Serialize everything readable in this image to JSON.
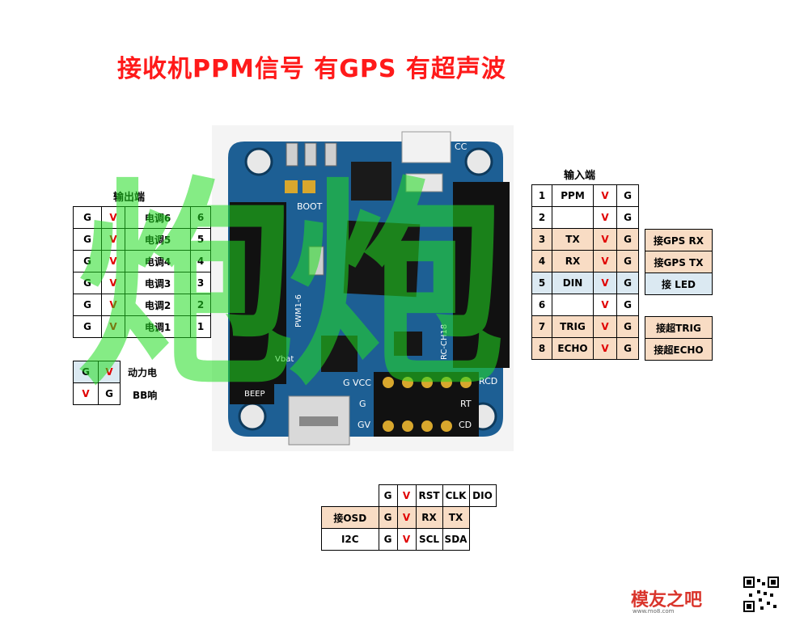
{
  "title": "接收机PPM信号 有GPS 有超声波",
  "output_section": {
    "label": "输出端",
    "rows": [
      {
        "g": "G",
        "v": "V",
        "name": "电调6",
        "num": "6"
      },
      {
        "g": "G",
        "v": "V",
        "name": "电调5",
        "num": "5"
      },
      {
        "g": "G",
        "v": "V",
        "name": "电调4",
        "num": "4"
      },
      {
        "g": "G",
        "v": "V",
        "name": "电调3",
        "num": "3"
      },
      {
        "g": "G",
        "v": "V",
        "name": "电调2",
        "num": "2"
      },
      {
        "g": "G",
        "v": "V",
        "name": "电调1",
        "num": "1"
      }
    ]
  },
  "power_section": {
    "rows": [
      {
        "a": "G",
        "b": "V",
        "label": "动力电"
      },
      {
        "a": "V",
        "b": "G",
        "label": "BB响"
      }
    ]
  },
  "input_section": {
    "label": "输入端",
    "rows": [
      {
        "num": "1",
        "name": "PPM",
        "v": "V",
        "g": "G",
        "side": ""
      },
      {
        "num": "2",
        "name": "",
        "v": "V",
        "g": "G",
        "side": ""
      },
      {
        "num": "3",
        "name": "TX",
        "v": "V",
        "g": "G",
        "side": "接GPS RX"
      },
      {
        "num": "4",
        "name": "RX",
        "v": "V",
        "g": "G",
        "side": "接GPS TX"
      },
      {
        "num": "5",
        "name": "DIN",
        "v": "V",
        "g": "G",
        "side": "接 LED"
      },
      {
        "num": "6",
        "name": "",
        "v": "V",
        "g": "G",
        "side": ""
      },
      {
        "num": "7",
        "name": "TRIG",
        "v": "V",
        "g": "G",
        "side": "接超TRIG"
      },
      {
        "num": "8",
        "name": "ECHO",
        "v": "V",
        "g": "G",
        "side": "接超ECHO"
      }
    ]
  },
  "bottom_section": {
    "header": [
      "G",
      "V",
      "RST",
      "CLK",
      "DIO"
    ],
    "rows": [
      {
        "label": "接OSD",
        "cells": [
          "G",
          "V",
          "RX",
          "TX"
        ]
      },
      {
        "label": "I2C",
        "cells": [
          "G",
          "V",
          "SCL",
          "SDA"
        ]
      }
    ]
  },
  "board": {
    "labels": {
      "boot": "BOOT",
      "pwm": "PWM1-6",
      "rc": "RC-CH18",
      "vbat": "Vbat",
      "beep": "BEEP",
      "gvcc": "G VCC",
      "rcd": "RCD",
      "rt": "RT",
      "cd": "CD",
      "g": "G",
      "gv": "GV",
      "cc": "CC"
    }
  },
  "watermark": "炮炮",
  "logo": {
    "text": "模友之吧",
    "url": "www.mo8.com"
  },
  "colors": {
    "title": "#ff1a1a",
    "v": "#e00000",
    "blue_cell": "#dbe9f2",
    "orange_cell": "#f8dcc4",
    "watermark": "#22dd22",
    "board": "#1d5f94"
  }
}
